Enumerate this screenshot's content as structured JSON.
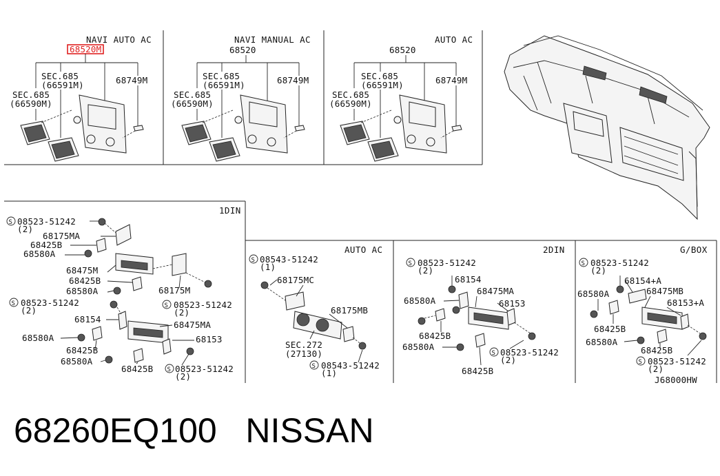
{
  "panels": {
    "navi_auto_ac": {
      "header": "NAVI AUTO AC",
      "main_part": "68520M",
      "labels": [
        "SEC.685",
        "(66591M)",
        "SEC.685",
        "(66590M)",
        "68749M"
      ]
    },
    "navi_manual_ac": {
      "header": "NAVI MANUAL AC",
      "main_part": "68520",
      "labels": [
        "SEC.685",
        "(66591M)",
        "SEC.685",
        "(66590M)",
        "68749M"
      ]
    },
    "auto_ac_top": {
      "header": "AUTO AC",
      "main_part": "68520",
      "labels": [
        "SEC.685",
        "(66591M)",
        "SEC.685",
        "(66590M)",
        "68749M"
      ]
    },
    "din1": {
      "header": "1DIN",
      "labels": [
        "08523-51242",
        "(2)",
        "68175MA",
        "68425B",
        "68580A",
        "68475M",
        "68425B",
        "68175M",
        "68580A",
        "08523-51242",
        "(2)",
        "08523-51242",
        "(2)",
        "68154",
        "68475MA",
        "68580A",
        "68425B",
        "68153",
        "68580A",
        "68425B",
        "08523-51242",
        "(2)"
      ]
    },
    "auto_ac_bottom": {
      "header": "AUTO AC",
      "labels": [
        "08543-51242",
        "(1)",
        "68175MC",
        "68175MB",
        "SEC.272",
        "(27130)",
        "08543-51242",
        "(1)"
      ]
    },
    "din2": {
      "header": "2DIN",
      "labels": [
        "08523-51242",
        "(2)",
        "68154",
        "68580A",
        "68475MA",
        "68153",
        "68425B",
        "68580A",
        "08523-51242",
        "(2)",
        "68425B"
      ]
    },
    "gbox": {
      "header": "G/BOX",
      "labels": [
        "08523-51242",
        "(2)",
        "68154+A",
        "68580A",
        "68475MB",
        "68153+A",
        "68425B",
        "68580A",
        "68425B",
        "08523-51242",
        "(2)"
      ],
      "diagram_code": "J68000HW"
    }
  },
  "footer": {
    "part_number": "68260EQ100",
    "brand": "NISSAN"
  },
  "colors": {
    "highlight": "#e02020",
    "line": "#222222"
  }
}
